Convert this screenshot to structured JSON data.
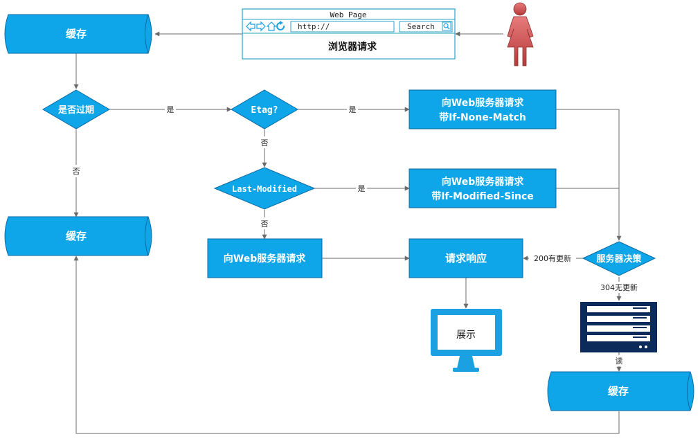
{
  "colors": {
    "node_fill": "#0ea5e9",
    "node_stroke": "#0b6aa2",
    "edge": "#6b6b6b",
    "figure": "#c0392b",
    "monitor": "#1ba1e2",
    "server": "#0b2c5a"
  },
  "browser": {
    "title": "Web Page",
    "url": "http://",
    "search_label": "Search",
    "caption": "浏览器请求"
  },
  "nodes": {
    "cache_top": "缓存",
    "cache_mid": "缓存",
    "cache_bottom": "缓存",
    "is_expired": "是否过期",
    "etag": "Etag?",
    "last_modified": "Last-Modified",
    "req_none_match_line1": "向Web服务器请求",
    "req_none_match_line2": "带If-None-Match",
    "req_modified_since_line1": "向Web服务器请求",
    "req_modified_since_line2": "带If-Modified-Since",
    "req_plain": "向Web服务器请求",
    "response": "请求响应",
    "server_decision": "服务器决策",
    "display": "展示"
  },
  "edge_labels": {
    "expired_yes": "是",
    "expired_no": "否",
    "etag_yes": "是",
    "etag_no": "否",
    "lastmod_yes": "是",
    "lastmod_no": "否",
    "status_200": "200有更新",
    "status_304": "304无更新",
    "read": "读"
  },
  "icons": {
    "user": "user-icon",
    "monitor": "monitor-icon",
    "server": "server-icon",
    "back": "back-arrow-icon",
    "forward": "forward-arrow-icon",
    "home": "home-icon",
    "refresh": "refresh-icon",
    "search": "search-icon"
  }
}
